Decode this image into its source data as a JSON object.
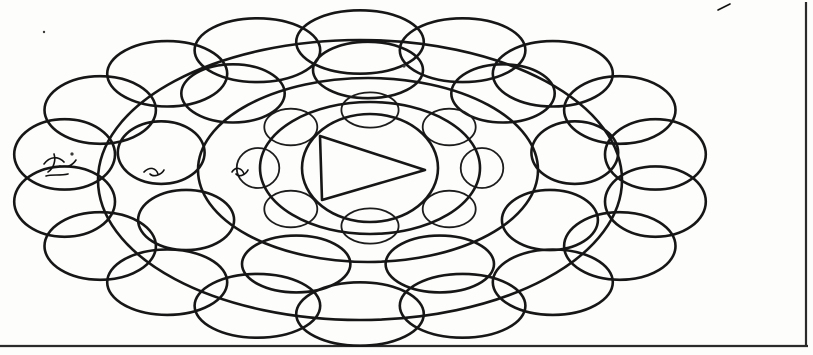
{
  "diagram": {
    "type": "concentric-lotus-yantra",
    "outer_ring": {
      "petal_count": 18
    },
    "middle_ring": {
      "petal_count": 9
    },
    "inner_ring": {
      "petal_count": 8
    },
    "center_symbol": "triangle",
    "glyph_marks": [
      "left-outer-glyph",
      "left-middle-glyph",
      "left-inner-glyph"
    ]
  }
}
